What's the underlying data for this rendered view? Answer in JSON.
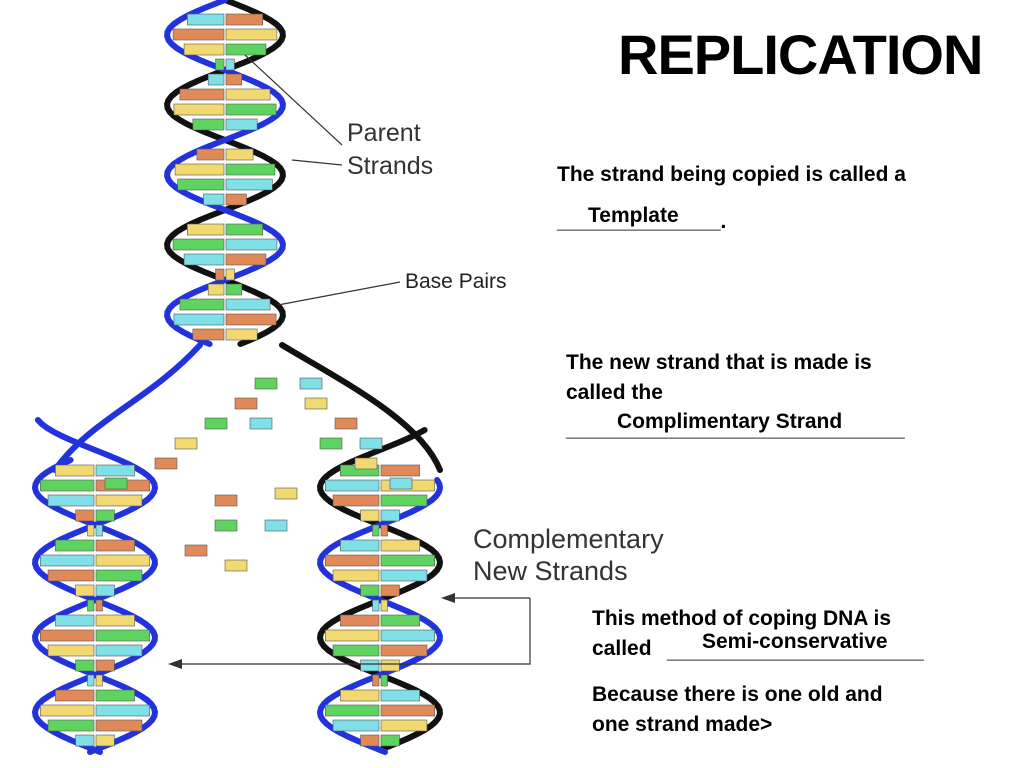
{
  "title": "REPLICATION",
  "diagram": {
    "parent_label": [
      "Parent",
      "Strands"
    ],
    "base_pairs_label": "Base Pairs",
    "complementary_label": [
      "Complementary",
      "New Strands"
    ]
  },
  "q1": {
    "text": "The strand being copied is called a",
    "blank": "______________.",
    "answer": "Template"
  },
  "q2": {
    "line1": "The new strand that is made is",
    "line2": "called the",
    "blank": "_____________________________",
    "answer": "Complimentary Strand"
  },
  "q3": {
    "line1": "This method of coping DNA is",
    "line2_prefix": "called",
    "blank": "______________________",
    "answer": "Semi-conservative",
    "reason_line1": "Because there is one old and",
    "reason_line2": "one strand made>"
  },
  "colors": {
    "strand_blue": "#2233dd",
    "strand_black": "#111111",
    "base_A": "#5fd35f",
    "base_T": "#7fe0e8",
    "base_G": "#e08a5a",
    "base_C": "#f1d870"
  }
}
